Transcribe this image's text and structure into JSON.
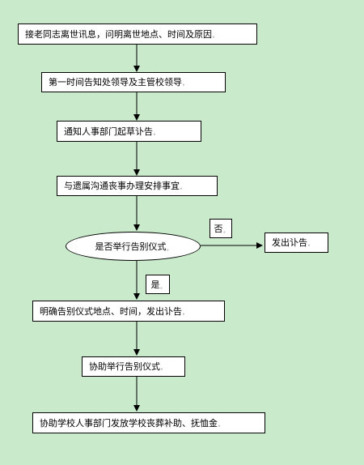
{
  "diagram": {
    "steps": [
      {
        "id": "s1",
        "text": "接老同志离世讯息，问明离世地点、时间及原因",
        "mark": "。"
      },
      {
        "id": "s2",
        "text": "第一时间告知处领导及主管校领导",
        "mark": "。"
      },
      {
        "id": "s3",
        "text": "通知人事部门起草讣告",
        "mark": "。"
      },
      {
        "id": "s4",
        "text": "与遗属沟通丧事办理安排事宜",
        "mark": "。"
      },
      {
        "id": "s5",
        "text": "明确告别仪式地点、时间，发出讣告",
        "mark": "。"
      },
      {
        "id": "s6",
        "text": "协助举行告别仪式",
        "mark": "。"
      },
      {
        "id": "s7",
        "text": "协助学校人事部门发放学校丧葬补助、抚恤金",
        "mark": "。"
      }
    ],
    "decision": {
      "text": "是否举行告别仪式",
      "mark": "。"
    },
    "branch_no": {
      "label": "否",
      "mark": "。",
      "target_text": "发出讣告",
      "target_mark": "。"
    },
    "branch_yes": {
      "label": "是",
      "mark": "。"
    },
    "colors": {
      "background": "#c9ebcb",
      "box": "#ffffff",
      "line": "#000000"
    }
  }
}
